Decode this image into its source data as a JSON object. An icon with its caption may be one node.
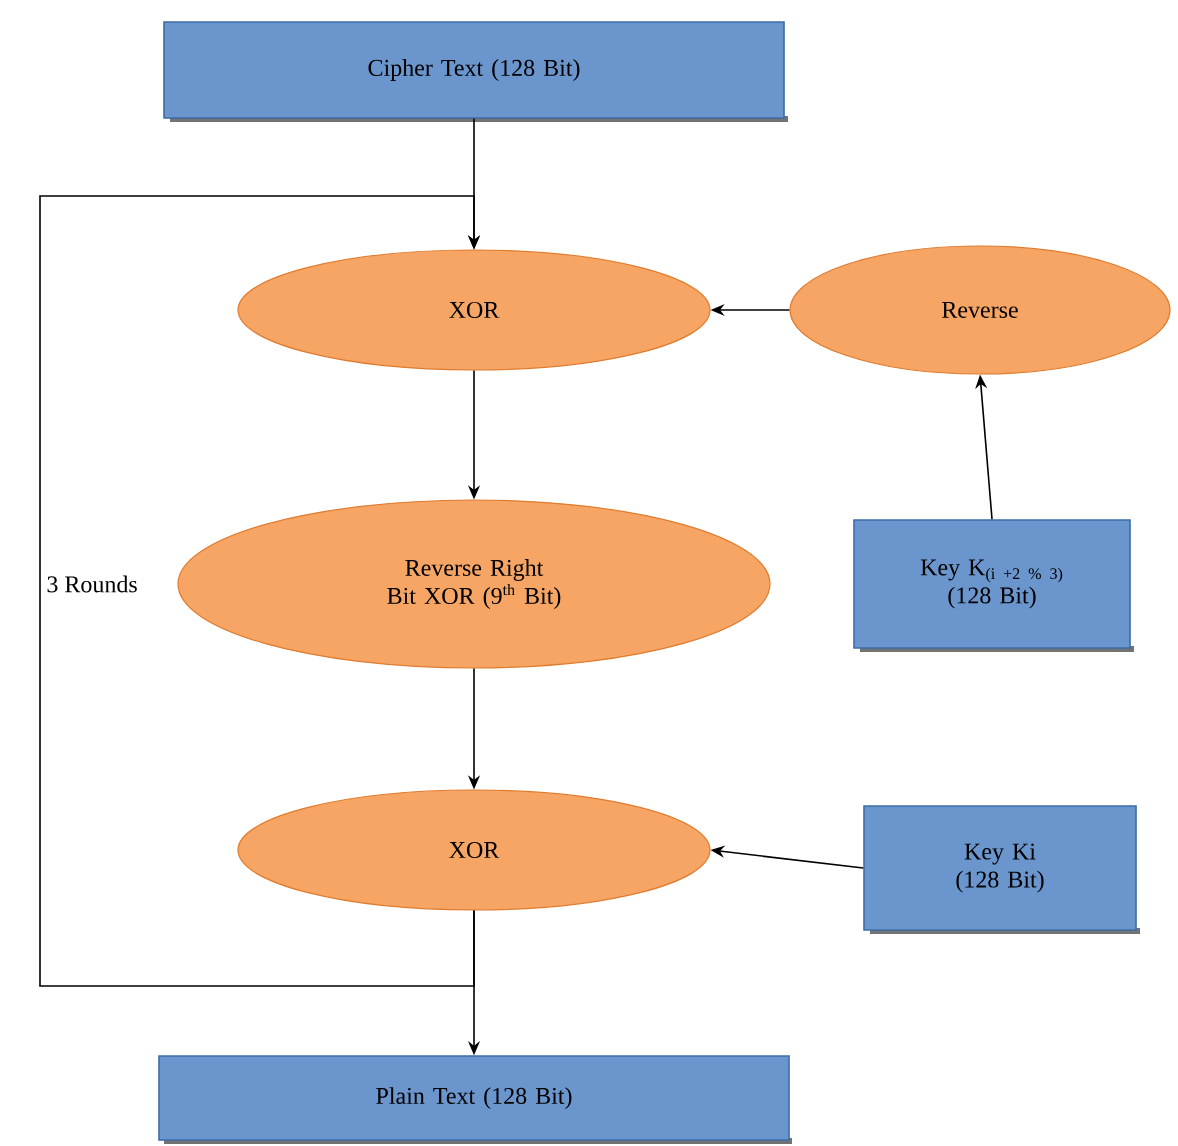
{
  "diagram": {
    "nodes": [
      {
        "text": [
          "Cipher Text (128 Bit)"
        ]
      },
      {
        "text": [
          "XOR"
        ]
      },
      {
        "text": [
          "Reverse"
        ]
      },
      {
        "text": [
          "Reverse Right Bit XOR (9$^{th}$ Bit)"
        ]
      },
      {
        "text": [
          "Key K$_{(i +2 % 3)}$ (128 Bit)"
        ]
      },
      {
        "text": [
          "XOR"
        ]
      },
      {
        "text": [
          "Key Ki (128 Bit)"
        ]
      },
      {
        "text": [
          "Plain Text (128 Bit)"
        ]
      }
    ],
    "edges": [
      {
        "from": 0,
        "to": 1,
        "arrow": "to"
      },
      {
        "from": 2,
        "to": 1,
        "arrow": "to"
      },
      {
        "from": 4,
        "to": 2,
        "arrow": "to"
      },
      {
        "from": 1,
        "to": 3,
        "arrow": "to"
      },
      {
        "from": 3,
        "to": 5,
        "arrow": "to"
      },
      {
        "from": 6,
        "to": 5,
        "arrow": "to"
      },
      {
        "from": 5,
        "to": 7,
        "arrow": "to"
      },
      {
        "from": 5,
        "to": 1,
        "arrow": "to",
        "label": "3 Rounds"
      }
    ]
  }
}
